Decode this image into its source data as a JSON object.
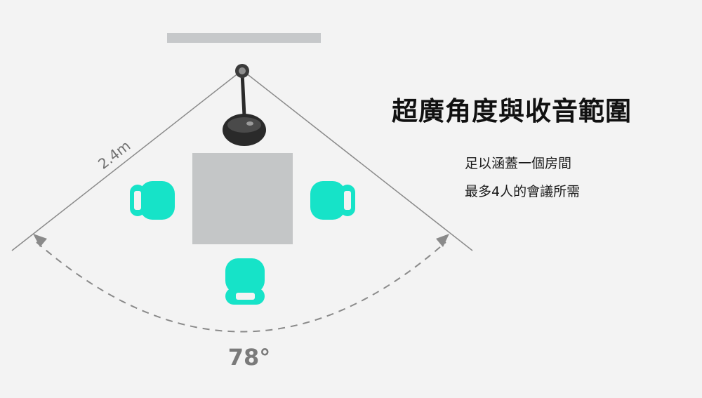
{
  "headline": "超廣角度與收音範圍",
  "description_lines": [
    "足以涵蓋一個房間",
    "最多4人的會議所需"
  ],
  "distance_label": "2.4m",
  "angle_label": "78°",
  "colors": {
    "background": "#f3f3f3",
    "chair": "#16e3c8",
    "table": "#c4c6c7",
    "screen": "#c6c8ca",
    "coverage_lines": "#8a8a8a",
    "device": "#2a2a2a"
  }
}
